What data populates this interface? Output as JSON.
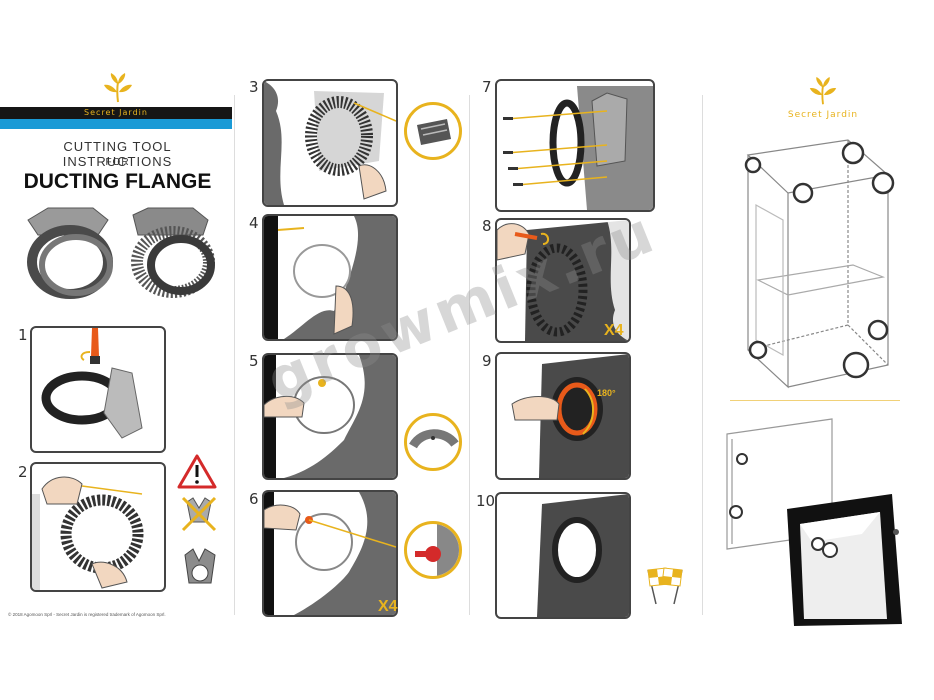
{
  "brand": {
    "name": "Secret Jardin",
    "accent_color": "#e8b31e",
    "stripe_color": "#1a9ad6"
  },
  "header": {
    "title_line1": "CUTTING TOOL INSTRUCTIONS",
    "title_line2": "FOR",
    "title_line3": "DUCTING FLANGE"
  },
  "steps": [
    {
      "number": "1"
    },
    {
      "number": "2"
    },
    {
      "number": "3"
    },
    {
      "number": "4"
    },
    {
      "number": "5"
    },
    {
      "number": "6",
      "badge": "X4"
    },
    {
      "number": "7"
    },
    {
      "number": "8",
      "badge": "X4"
    },
    {
      "number": "9",
      "angle": "180°"
    },
    {
      "number": "10"
    }
  ],
  "icons": {
    "warning": "warning-triangle-icon",
    "finish": "checkered-flags-icon"
  },
  "watermark": "growmix.ru",
  "footer": {
    "copyright": "© 2018 Agomoon Sprl - Secret Jardin is registered trademark of Agomoon Sprl."
  }
}
